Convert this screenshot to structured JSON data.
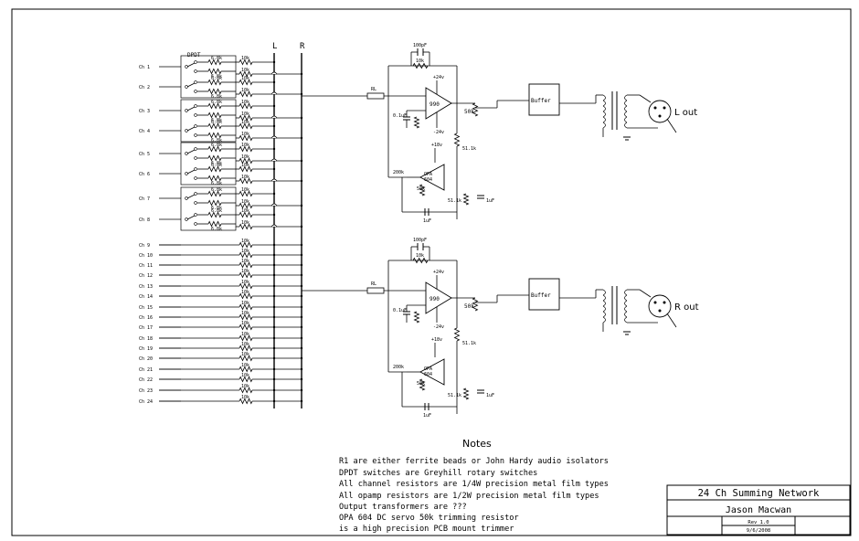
{
  "switch_label": "DPDT",
  "bus_labels": [
    "L",
    "R"
  ],
  "channels": [
    "Ch 1",
    "Ch 2",
    "Ch 3",
    "Ch 4",
    "Ch 5",
    "Ch 6",
    "Ch 7",
    "Ch 8",
    "Ch 9",
    "Ch 10",
    "Ch 11",
    "Ch 12",
    "Ch 13",
    "Ch 14",
    "Ch 15",
    "Ch 16",
    "Ch 17",
    "Ch 18",
    "Ch 19",
    "Ch 20",
    "Ch 21",
    "Ch 22",
    "Ch 23",
    "Ch 24"
  ],
  "resistor_label": "10k",
  "pan_resistor_label": "6.8k",
  "stages": [
    {
      "id": "left",
      "cap_feedback": "100pF",
      "res_feedback": "10k",
      "rl": "RL",
      "opamp": "990",
      "vplus": "+24v",
      "vminus": "-24v",
      "cap_in": "0.1uF",
      "trim": "50k",
      "r_out": "51.1k",
      "servo_vplus": "+18v",
      "servo_opamp": "OPA 604",
      "servo_r_in": "200k",
      "servo_r_mid": "50k",
      "servo_r2": "51.1k",
      "servo_cap1": "1uF",
      "servo_cap2": "1uF",
      "buffer": "Buffer",
      "output": "L out"
    },
    {
      "id": "right",
      "cap_feedback": "100pF",
      "res_feedback": "10k",
      "rl": "RL",
      "opamp": "990",
      "vplus": "+24v",
      "vminus": "-24v",
      "cap_in": "0.1uF",
      "trim": "50k",
      "r_out": "51.1k",
      "servo_vplus": "+18v",
      "servo_opamp": "OPA 604",
      "servo_r_in": "200k",
      "servo_r_mid": "50k",
      "servo_r2": "51.1k",
      "servo_cap1": "1uF",
      "servo_cap2": "1uF",
      "buffer": "Buffer",
      "output": "R out"
    }
  ],
  "notes": {
    "title": "Notes",
    "lines": [
      "R1 are either ferrite beads or John Hardy audio isolators",
      "DPDT switches are Greyhill rotary switches",
      "All channel resistors are 1/4W precision metal film types",
      "All opamp resistors are 1/2W precision metal film types",
      "Output transformers are ???",
      "OPA 604 DC servo 50k trimming resistor",
      "is a high precision PCB mount trimmer"
    ]
  },
  "title_block": {
    "title": "24 Ch Summing Network",
    "author": "Jason Macwan",
    "rev": "Rev 1.0",
    "date": "9/6/2008"
  }
}
